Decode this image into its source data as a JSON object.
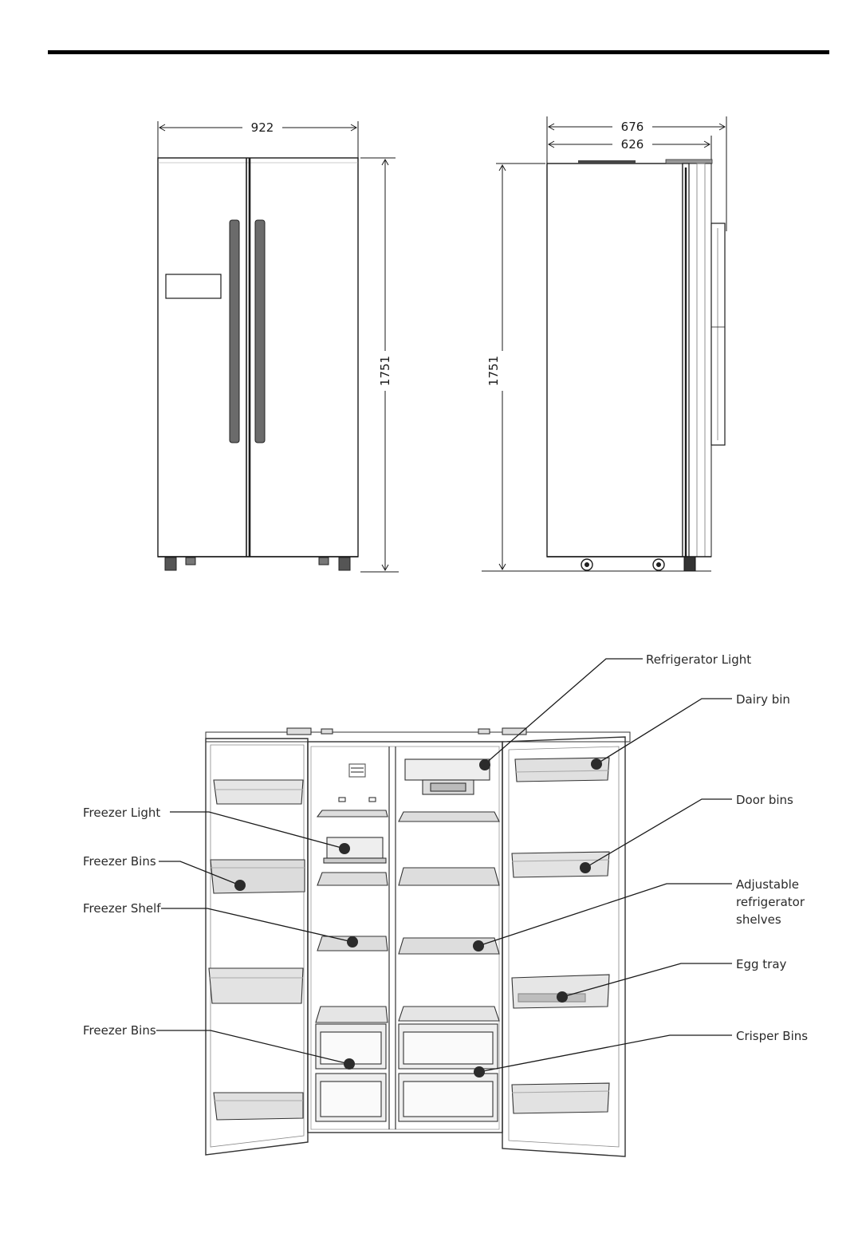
{
  "front_view": {
    "width": "922",
    "height": "1751"
  },
  "side_view": {
    "depth_outer": "676",
    "depth_inner": "626",
    "height": "1751"
  },
  "labels": {
    "refrigerator_light": "Refrigerator Light",
    "dairy_bin": "Dairy bin",
    "door_bins": "Door bins",
    "adjustable_shelves": [
      "Adjustable",
      "refrigerator",
      "shelves"
    ],
    "egg_tray": "Egg tray",
    "crisper_bins": "Crisper Bins",
    "freezer_light": "Freezer Light",
    "freezer_bins_upper": "Freezer Bins",
    "freezer_shelf": "Freezer Shelf",
    "freezer_bins_lower": "Freezer Bins"
  },
  "colors": {
    "line": "#1a1a1a",
    "dot": "#2b2b2b",
    "handle": "#6b6b6b"
  }
}
